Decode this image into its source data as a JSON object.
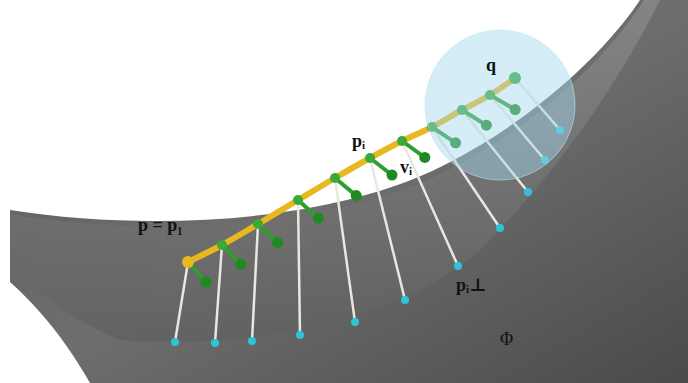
{
  "diagram": {
    "labels": [
      "q",
      "pᵢ",
      "vᵢ",
      "p = p₁",
      "pᵢ⊥",
      "Φ"
    ]
  }
}
